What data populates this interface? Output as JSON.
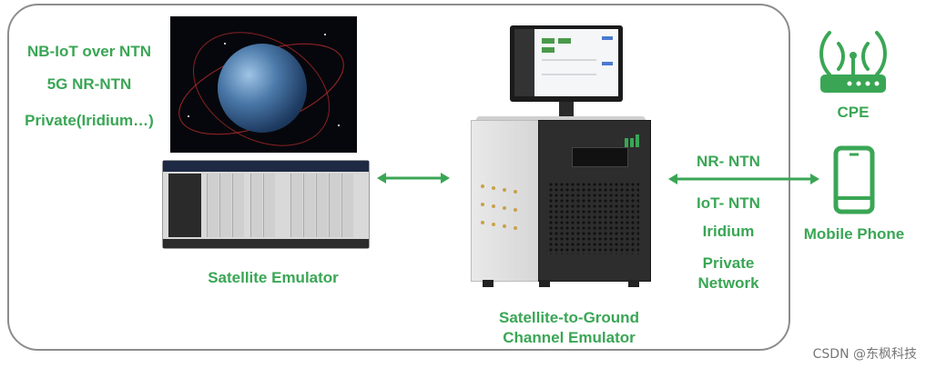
{
  "left_labels": [
    "NB-IoT over NTN",
    "5G NR-NTN",
    "Private(Iridium…)"
  ],
  "satellite_emulator_label": "Satellite Emulator",
  "channel_emulator_label_line1": "Satellite-to-Ground",
  "channel_emulator_label_line2": "Channel Emulator",
  "link_labels": [
    "NR- NTN",
    "IoT- NTN",
    "Iridium",
    "Private",
    "Network"
  ],
  "cpe_label": "CPE",
  "phone_label": "Mobile Phone",
  "watermark": "CSDN @东枫科技",
  "colors": {
    "accent_green": "#3aa655",
    "frame_gray": "#8c8c8c"
  },
  "icons": [
    "router-wifi-icon",
    "mobile-phone-icon"
  ]
}
